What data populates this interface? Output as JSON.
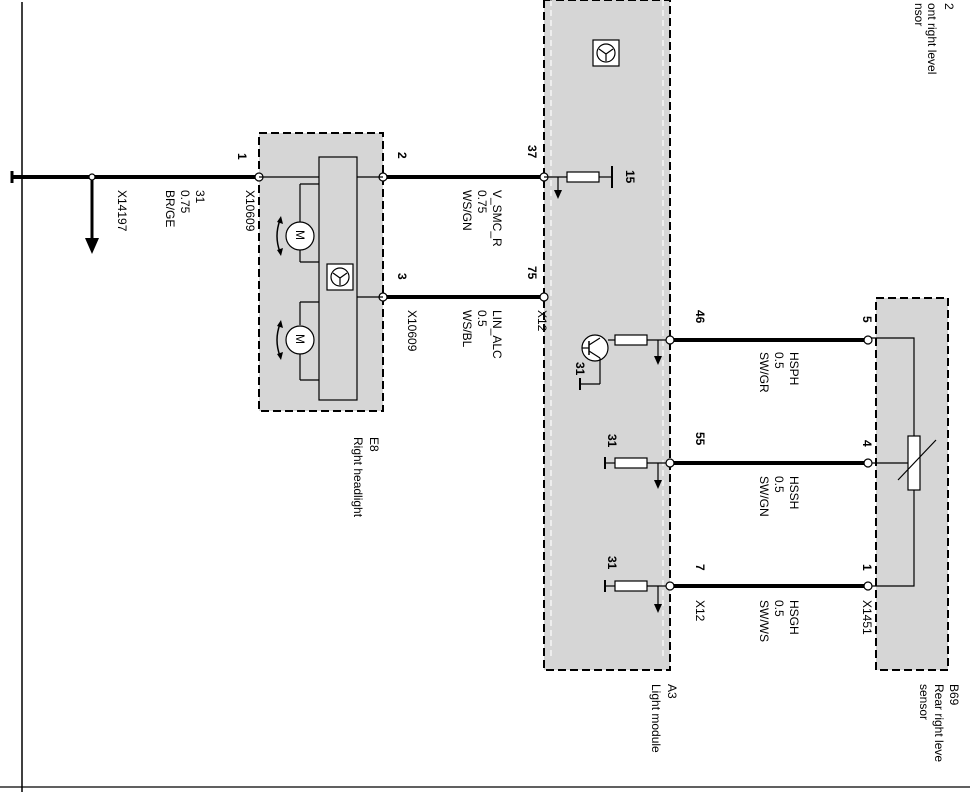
{
  "header": {
    "line1": "2",
    "line2": "ont right level",
    "line3": "nsor"
  },
  "ground_stub": {
    "pin": "1",
    "conn": "X10609",
    "num": "31",
    "size": "0.75",
    "color": "BR/GE",
    "ref": "X14197"
  },
  "headlight": {
    "id": "E8",
    "name": "Right headlight",
    "pin_top": "2",
    "pin_bottom": "3",
    "conn_top": "X10609",
    "conn_bottom": "X10609",
    "motor_label": "M"
  },
  "wire_smc": {
    "pin": "37",
    "name": "V_SMC_R",
    "size": "0.75",
    "color": "WS/GN"
  },
  "wire_lin": {
    "pin": "75",
    "name": "LIN_ALC",
    "size": "0.5",
    "color": "WS/BL",
    "conn": "X12"
  },
  "module": {
    "id": "A3",
    "name": "Light module",
    "res_top_label": "15",
    "gnd1": "31",
    "gnd2": "31",
    "gnd3": "31"
  },
  "sensor_wires": [
    {
      "pin_mod": "46",
      "name": "HSPH",
      "size": "0.5",
      "color": "SW/GR",
      "pin_sensor": "5"
    },
    {
      "pin_mod": "55",
      "name": "HSSH",
      "size": "0.5",
      "color": "SW/GN",
      "pin_sensor": "4"
    },
    {
      "pin_mod": "7",
      "name": "HSGH",
      "size": "0.5",
      "color": "SW/WS",
      "pin_sensor": "1"
    }
  ],
  "module_conn_bottom": "X12",
  "sensor": {
    "id": "B69",
    "name_line1": "Rear right leve",
    "name_line2": "sensor",
    "conn": "X1451"
  },
  "colors": {
    "module_fill": "#d6d6d6",
    "wire": "#000000"
  }
}
